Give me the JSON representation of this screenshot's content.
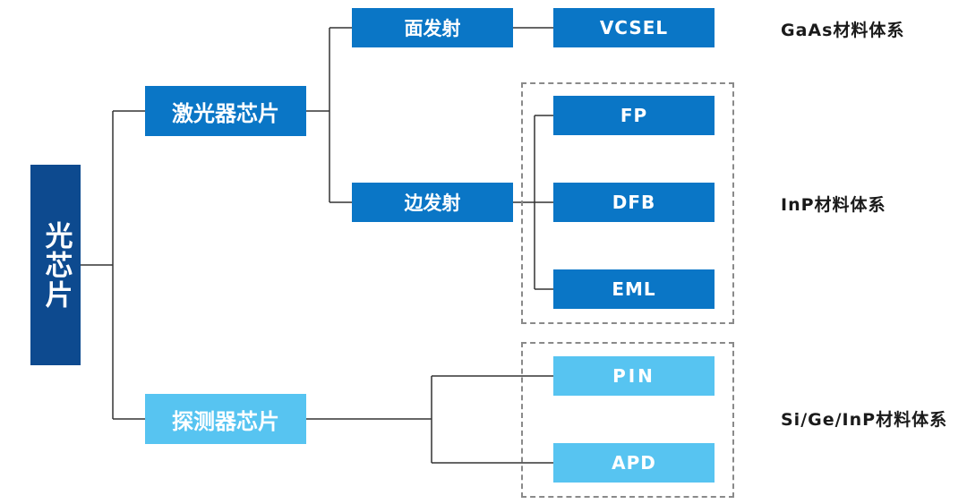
{
  "root": {
    "label": "光芯片"
  },
  "branches": {
    "laser": {
      "label": "激光器芯片"
    },
    "detector": {
      "label": "探测器芯片"
    }
  },
  "emission": {
    "surface": {
      "label": "面发射"
    },
    "edge": {
      "label": "边发射"
    }
  },
  "leaves": {
    "vcsel": "VCSEL",
    "fp": "FP",
    "dfb": "DFB",
    "eml": "EML",
    "pin": "PIN",
    "apd": "APD"
  },
  "material_systems": {
    "gaas": "GaAs材料体系",
    "inp": "InP材料体系",
    "si_ge_inp": "Si/Ge/InP材料体系"
  },
  "colors": {
    "root": "#0d4a8f",
    "laser": "#0a76c6",
    "detector": "#57c4f1",
    "connector": "#333333",
    "group_border": "#8a8a8a"
  }
}
